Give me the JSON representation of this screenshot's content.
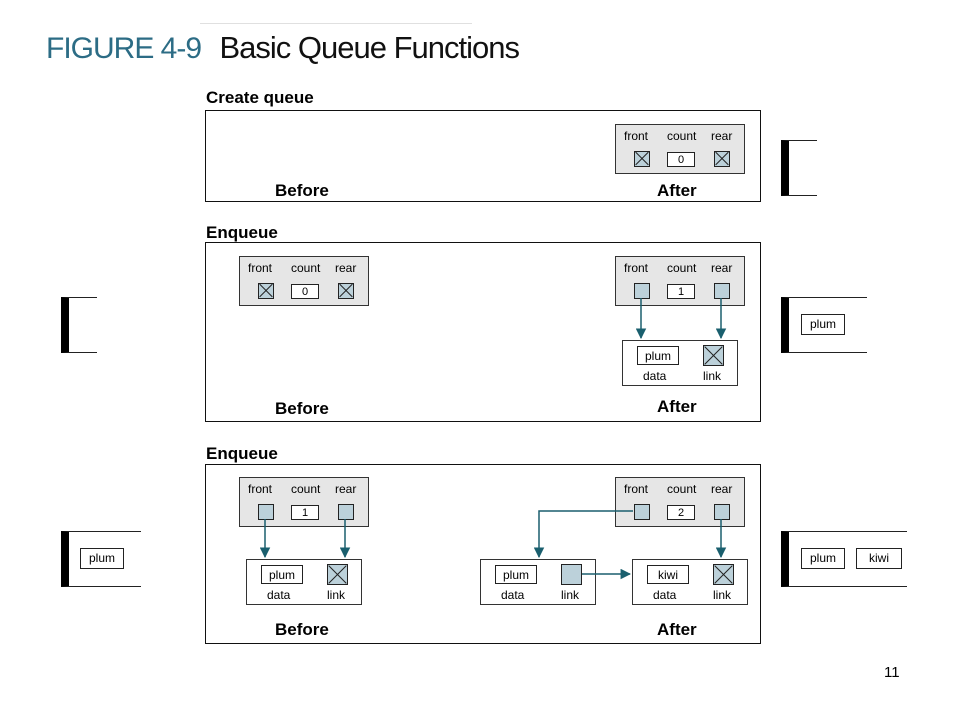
{
  "figure": {
    "label": "FIGURE 4-9",
    "title": "Basic Queue Functions"
  },
  "labels": {
    "front": "front",
    "count": "count",
    "rear": "rear",
    "data": "data",
    "link": "link",
    "before": "Before",
    "after": "After"
  },
  "sections": {
    "create": {
      "title": "Create queue",
      "after_count": "0"
    },
    "enqueue1": {
      "title": "Enqueue",
      "before_count": "0",
      "after_count": "1",
      "after_node_data": "plum",
      "result_queue": [
        "plum"
      ]
    },
    "enqueue2": {
      "title": "Enqueue",
      "before_count": "1",
      "before_node_data": "plum",
      "before_queue": [
        "plum"
      ],
      "after_count": "2",
      "after_nodes": [
        "plum",
        "kiwi"
      ],
      "result_queue": [
        "plum",
        "kiwi"
      ]
    }
  },
  "colors": {
    "figure_label": "#2c6c85",
    "pointer_fill": "#bcd1da",
    "arrow": "#1a5f6e",
    "header_fill": "#e6e6e6"
  },
  "page_number": "11"
}
